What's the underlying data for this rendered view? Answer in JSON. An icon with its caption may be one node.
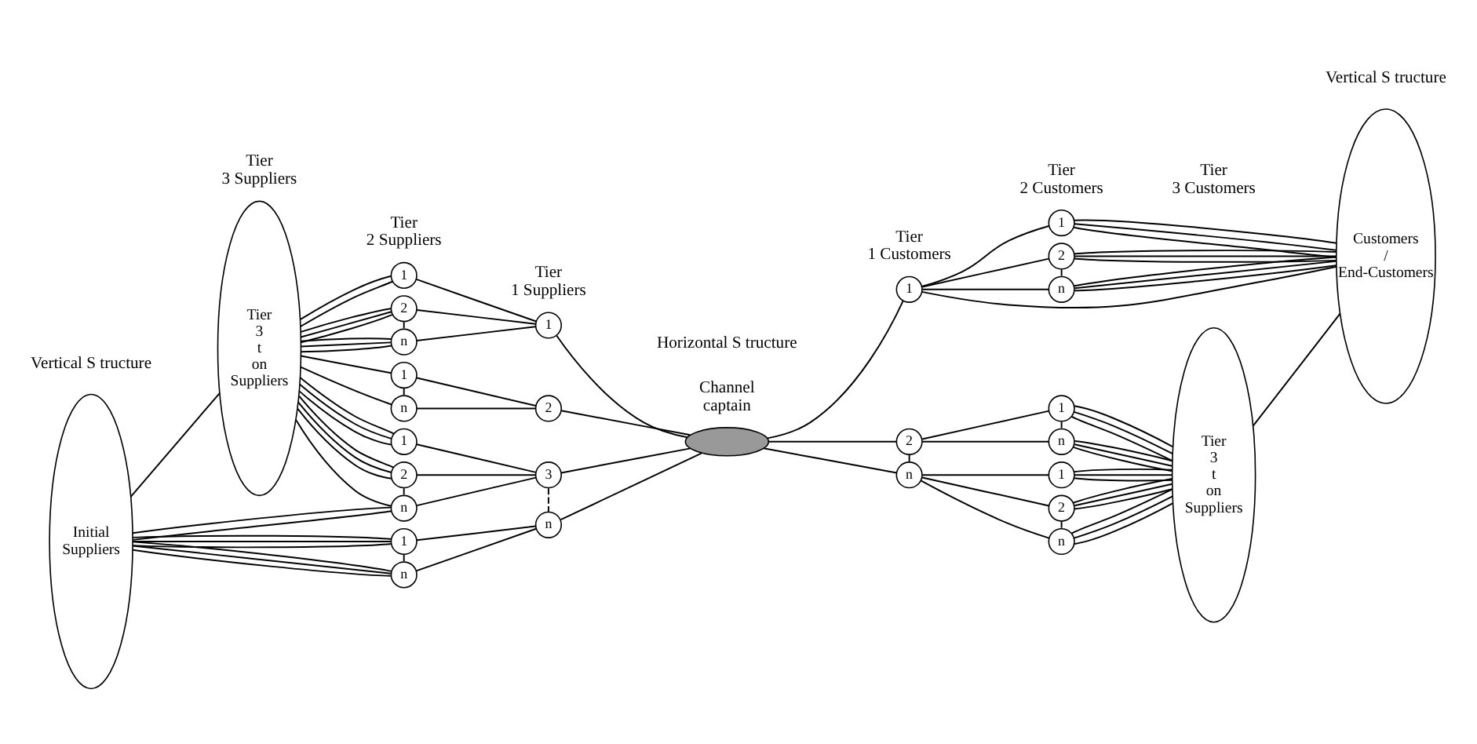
{
  "diagram": {
    "nodes": [
      {
        "text": [
          "Initial  Suppliers"
        ]
      },
      {
        "text": [
          "Tier 3  t on  Suppliers"
        ]
      },
      {
        "text": [
          "1"
        ]
      },
      {
        "text": [
          "2"
        ]
      },
      {
        "text": [
          "n"
        ]
      },
      {
        "text": [
          "1"
        ]
      },
      {
        "text": [
          "n"
        ]
      },
      {
        "text": [
          "1"
        ]
      },
      {
        "text": [
          "2"
        ]
      },
      {
        "text": [
          "n"
        ]
      },
      {
        "text": [
          "1"
        ]
      },
      {
        "text": [
          "n"
        ]
      },
      {
        "text": [
          "1"
        ]
      },
      {
        "text": [
          "2"
        ]
      },
      {
        "text": [
          "3"
        ]
      },
      {
        "text": [
          "n"
        ]
      },
      {
        "text": [],
        "shape": "ellipse"
      },
      {
        "text": [
          "1"
        ]
      },
      {
        "text": [
          "2"
        ]
      },
      {
        "text": [
          "n"
        ]
      },
      {
        "text": [
          "1"
        ]
      },
      {
        "text": [
          "2"
        ]
      },
      {
        "text": [
          "n"
        ]
      },
      {
        "text": [
          "1"
        ]
      },
      {
        "text": [
          "n"
        ]
      },
      {
        "text": [
          "1"
        ]
      },
      {
        "text": [
          "2"
        ]
      },
      {
        "text": [
          "n"
        ]
      },
      {
        "text": [
          "Tier 3  t on  Suppliers"
        ]
      },
      {
        "text": [
          "Customers /  End-Customers"
        ]
      }
    ],
    "edges": [
      {
        "from": 0,
        "to": 1,
        "arrow": "none"
      },
      {
        "from": 1,
        "to": 2,
        "arrow": "none"
      },
      {
        "from": 1,
        "to": 2,
        "arrow": "none"
      },
      {
        "from": 1,
        "to": 3,
        "arrow": "none"
      },
      {
        "from": 1,
        "to": 3,
        "arrow": "none"
      },
      {
        "from": 1,
        "to": 3,
        "arrow": "none"
      },
      {
        "from": 1,
        "to": 4,
        "arrow": "none"
      },
      {
        "from": 1,
        "to": 4,
        "arrow": "none"
      },
      {
        "from": 1,
        "to": 4,
        "arrow": "none"
      },
      {
        "from": 1,
        "to": 5,
        "arrow": "none"
      },
      {
        "from": 1,
        "to": 6,
        "arrow": "none"
      },
      {
        "from": 1,
        "to": 7,
        "arrow": "none"
      },
      {
        "from": 1,
        "to": 7,
        "arrow": "none"
      },
      {
        "from": 1,
        "to": 7,
        "arrow": "none"
      },
      {
        "from": 1,
        "to": 8,
        "arrow": "none"
      },
      {
        "from": 1,
        "to": 8,
        "arrow": "none"
      },
      {
        "from": 1,
        "to": 8,
        "arrow": "none"
      },
      {
        "from": 1,
        "to": 9,
        "arrow": "none"
      },
      {
        "from": 0,
        "to": 9,
        "arrow": "none"
      },
      {
        "from": 0,
        "to": 9,
        "arrow": "none"
      },
      {
        "from": 0,
        "to": 10,
        "arrow": "none"
      },
      {
        "from": 0,
        "to": 10,
        "arrow": "none"
      },
      {
        "from": 0,
        "to": 10,
        "arrow": "none"
      },
      {
        "from": 0,
        "to": 11,
        "arrow": "none"
      },
      {
        "from": 0,
        "to": 11,
        "arrow": "none"
      },
      {
        "from": 0,
        "to": 11,
        "arrow": "none"
      },
      {
        "from": 3,
        "to": 4,
        "arrow": "none",
        "style": "dashed"
      },
      {
        "from": 5,
        "to": 6,
        "arrow": "none",
        "style": "dashed"
      },
      {
        "from": 8,
        "to": 9,
        "arrow": "none",
        "style": "dashed"
      },
      {
        "from": 10,
        "to": 11,
        "arrow": "none",
        "style": "dashed"
      },
      {
        "from": 2,
        "to": 12,
        "arrow": "none"
      },
      {
        "from": 3,
        "to": 12,
        "arrow": "none"
      },
      {
        "from": 4,
        "to": 12,
        "arrow": "none"
      },
      {
        "from": 5,
        "to": 13,
        "arrow": "none"
      },
      {
        "from": 6,
        "to": 13,
        "arrow": "none"
      },
      {
        "from": 7,
        "to": 14,
        "arrow": "none"
      },
      {
        "from": 8,
        "to": 14,
        "arrow": "none"
      },
      {
        "from": 9,
        "to": 14,
        "arrow": "none"
      },
      {
        "from": 10,
        "to": 15,
        "arrow": "none"
      },
      {
        "from": 11,
        "to": 15,
        "arrow": "none"
      },
      {
        "from": 14,
        "to": 15,
        "arrow": "none",
        "style": "dashed"
      },
      {
        "from": 12,
        "to": 16,
        "arrow": "none"
      },
      {
        "from": 13,
        "to": 16,
        "arrow": "none"
      },
      {
        "from": 14,
        "to": 16,
        "arrow": "none"
      },
      {
        "from": 15,
        "to": 16,
        "arrow": "none"
      },
      {
        "from": 16,
        "to": 17,
        "arrow": "none"
      },
      {
        "from": 16,
        "to": 18,
        "arrow": "none"
      },
      {
        "from": 16,
        "to": 19,
        "arrow": "none"
      },
      {
        "from": 18,
        "to": 19,
        "arrow": "none",
        "style": "dashed"
      },
      {
        "from": 17,
        "to": 20,
        "arrow": "none"
      },
      {
        "from": 17,
        "to": 21,
        "arrow": "none"
      },
      {
        "from": 17,
        "to": 22,
        "arrow": "none"
      },
      {
        "from": 17,
        "to": 29,
        "arrow": "none"
      },
      {
        "from": 21,
        "to": 22,
        "arrow": "none",
        "style": "dashed"
      },
      {
        "from": 18,
        "to": 23,
        "arrow": "none"
      },
      {
        "from": 18,
        "to": 24,
        "arrow": "none"
      },
      {
        "from": 23,
        "to": 24,
        "arrow": "none",
        "style": "dashed"
      },
      {
        "from": 19,
        "to": 25,
        "arrow": "none"
      },
      {
        "from": 19,
        "to": 26,
        "arrow": "none"
      },
      {
        "from": 19,
        "to": 27,
        "arrow": "none"
      },
      {
        "from": 26,
        "to": 27,
        "arrow": "none",
        "style": "dashed"
      },
      {
        "from": 20,
        "to": 29,
        "arrow": "none"
      },
      {
        "from": 20,
        "to": 29,
        "arrow": "none"
      },
      {
        "from": 20,
        "to": 29,
        "arrow": "none"
      },
      {
        "from": 21,
        "to": 29,
        "arrow": "none"
      },
      {
        "from": 21,
        "to": 29,
        "arrow": "none"
      },
      {
        "from": 21,
        "to": 29,
        "arrow": "none"
      },
      {
        "from": 22,
        "to": 29,
        "arrow": "none"
      },
      {
        "from": 22,
        "to": 29,
        "arrow": "none"
      },
      {
        "from": 22,
        "to": 29,
        "arrow": "none"
      },
      {
        "from": 23,
        "to": 28,
        "arrow": "none"
      },
      {
        "from": 23,
        "to": 28,
        "arrow": "none"
      },
      {
        "from": 23,
        "to": 28,
        "arrow": "none"
      },
      {
        "from": 24,
        "to": 28,
        "arrow": "none"
      },
      {
        "from": 24,
        "to": 28,
        "arrow": "none"
      },
      {
        "from": 24,
        "to": 28,
        "arrow": "none"
      },
      {
        "from": 25,
        "to": 28,
        "arrow": "none"
      },
      {
        "from": 25,
        "to": 28,
        "arrow": "none"
      },
      {
        "from": 25,
        "to": 28,
        "arrow": "none"
      },
      {
        "from": 26,
        "to": 28,
        "arrow": "none"
      },
      {
        "from": 26,
        "to": 28,
        "arrow": "none"
      },
      {
        "from": 26,
        "to": 28,
        "arrow": "none"
      },
      {
        "from": 27,
        "to": 28,
        "arrow": "none"
      },
      {
        "from": 27,
        "to": 28,
        "arrow": "none"
      },
      {
        "from": 27,
        "to": 28,
        "arrow": "none"
      },
      {
        "from": 28,
        "to": 29,
        "arrow": "none"
      }
    ],
    "labels": [
      "Tier 3 Suppliers",
      "Tier 2 Suppliers",
      "Tier 1 Suppliers",
      "Channel captain",
      "Tier 1 Customers",
      "Tier 2 Customers",
      "Tier 3 Customers",
      "Vertical S tructure",
      "Vertical S tructure",
      "Horizontal S tructure"
    ]
  }
}
